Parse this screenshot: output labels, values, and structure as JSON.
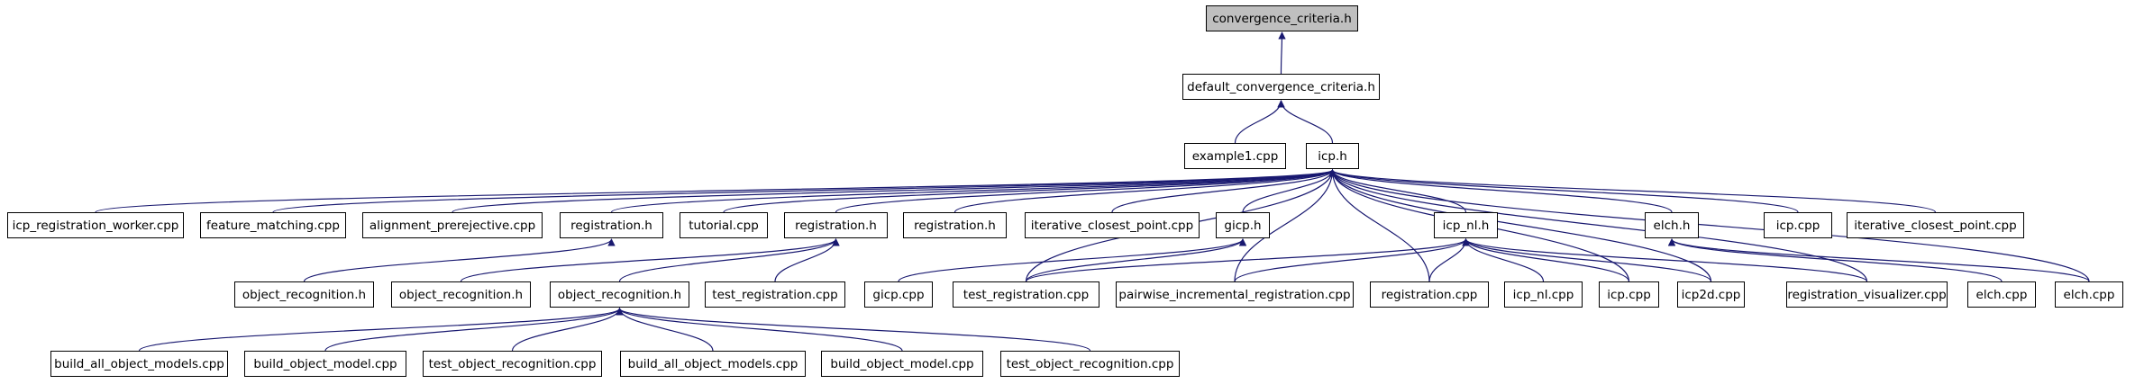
{
  "colors": {
    "edge": "#191970",
    "root_fill": "#bfbfbf",
    "node_border": "#000000",
    "node_fill": "#ffffff"
  },
  "nodes": {
    "n0": "convergence_criteria.h",
    "n1": "default_convergence_criteria.h",
    "n2": "example1.cpp",
    "n3": "icp.h",
    "n4": "icp_registration_worker.cpp",
    "n5": "feature_matching.cpp",
    "n6": "alignment_prerejective.cpp",
    "n7": "registration.h",
    "n8": "tutorial.cpp",
    "n9": "registration.h",
    "n10": "registration.h",
    "n11": "iterative_closest_point.cpp",
    "n12": "gicp.h",
    "n13": "icp_nl.h",
    "n14": "elch.h",
    "n15": "icp.cpp",
    "n16": "iterative_closest_point.cpp",
    "n17": "object_recognition.h",
    "n18": "object_recognition.h",
    "n19": "object_recognition.h",
    "n20": "test_registration.cpp",
    "n21": "gicp.cpp",
    "n22": "test_registration.cpp",
    "n23": "pairwise_incremental_registration.cpp",
    "n24": "registration.cpp",
    "n25": "icp_nl.cpp",
    "n26": "icp.cpp",
    "n27": "icp2d.cpp",
    "n28": "registration_visualizer.cpp",
    "n29": "elch.cpp",
    "n30": "elch.cpp",
    "n31": "build_all_object_models.cpp",
    "n32": "build_object_model.cpp",
    "n33": "test_object_recognition.cpp",
    "n34": "build_all_object_models.cpp",
    "n35": "build_object_model.cpp",
    "n36": "test_object_recognition.cpp"
  },
  "edges": [
    [
      "n1",
      "n0"
    ],
    [
      "n2",
      "n1"
    ],
    [
      "n3",
      "n1"
    ],
    [
      "n4",
      "n3"
    ],
    [
      "n5",
      "n3"
    ],
    [
      "n6",
      "n3"
    ],
    [
      "n7",
      "n3"
    ],
    [
      "n8",
      "n3"
    ],
    [
      "n9",
      "n3"
    ],
    [
      "n10",
      "n3"
    ],
    [
      "n11",
      "n3"
    ],
    [
      "n12",
      "n3"
    ],
    [
      "n13",
      "n3"
    ],
    [
      "n14",
      "n3"
    ],
    [
      "n15",
      "n3"
    ],
    [
      "n16",
      "n3"
    ],
    [
      "n22",
      "n3"
    ],
    [
      "n23",
      "n3"
    ],
    [
      "n24",
      "n3"
    ],
    [
      "n26",
      "n3"
    ],
    [
      "n27",
      "n3"
    ],
    [
      "n28",
      "n3"
    ],
    [
      "n30",
      "n3"
    ],
    [
      "n17",
      "n7"
    ],
    [
      "n18",
      "n9"
    ],
    [
      "n19",
      "n9"
    ],
    [
      "n20",
      "n9"
    ],
    [
      "n31",
      "n19"
    ],
    [
      "n32",
      "n19"
    ],
    [
      "n33",
      "n19"
    ],
    [
      "n34",
      "n19"
    ],
    [
      "n35",
      "n19"
    ],
    [
      "n36",
      "n19"
    ],
    [
      "n21",
      "n12"
    ],
    [
      "n22",
      "n12"
    ],
    [
      "n22",
      "n13"
    ],
    [
      "n23",
      "n13"
    ],
    [
      "n24",
      "n13"
    ],
    [
      "n25",
      "n13"
    ],
    [
      "n26",
      "n13"
    ],
    [
      "n27",
      "n13"
    ],
    [
      "n28",
      "n13"
    ],
    [
      "n29",
      "n14"
    ],
    [
      "n30",
      "n14"
    ]
  ]
}
